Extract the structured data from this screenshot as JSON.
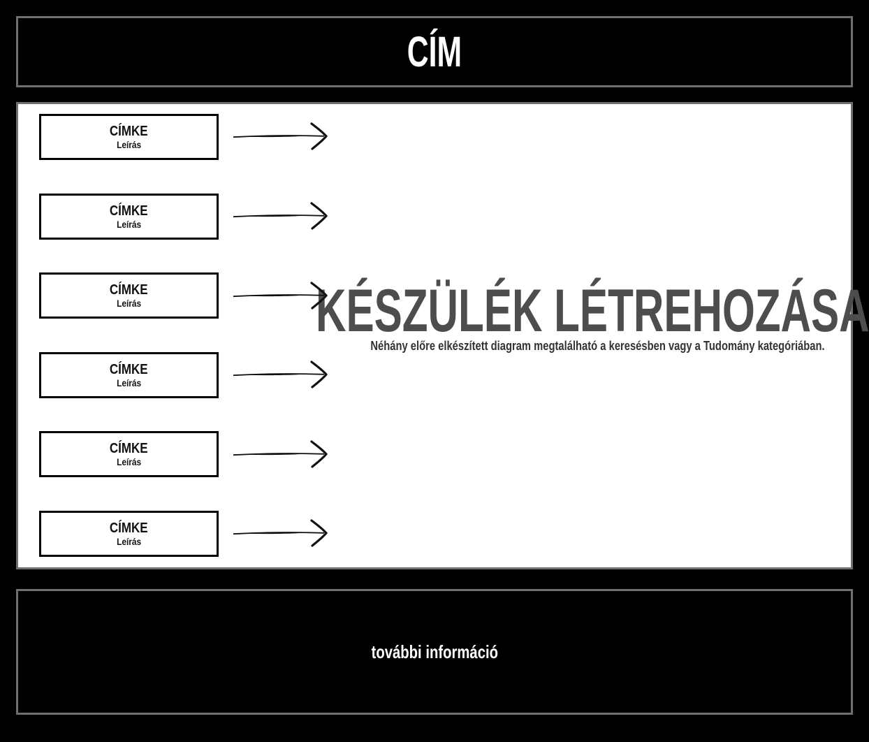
{
  "header": {
    "title": "CÍM"
  },
  "rows": [
    {
      "label": "CÍMKE",
      "description": "Leírás"
    },
    {
      "label": "CÍMKE",
      "description": "Leírás"
    },
    {
      "label": "CÍMKE",
      "description": "Leírás"
    },
    {
      "label": "CÍMKE",
      "description": "Leírás"
    },
    {
      "label": "CÍMKE",
      "description": "Leírás"
    },
    {
      "label": "CÍMKE",
      "description": "Leírás"
    }
  ],
  "watermark": {
    "heading": "KÉSZÜLÉK LÉTREHOZÁSA",
    "subheading": "Néhány előre elkészített diagram megtalálható a keresésben vagy a Tudomány kategóriában."
  },
  "footer": {
    "label": "további információ"
  },
  "icons": {
    "row_arrow": "right-arrow"
  },
  "colors": {
    "background": "#000000",
    "panel": "#ffffff",
    "frame_border": "#6f6f6f",
    "box_border": "#000000",
    "watermark": "#4d4d4d",
    "subtitle": "#333333",
    "text_on_dark": "#ffffff",
    "text_on_light": "#111111"
  }
}
